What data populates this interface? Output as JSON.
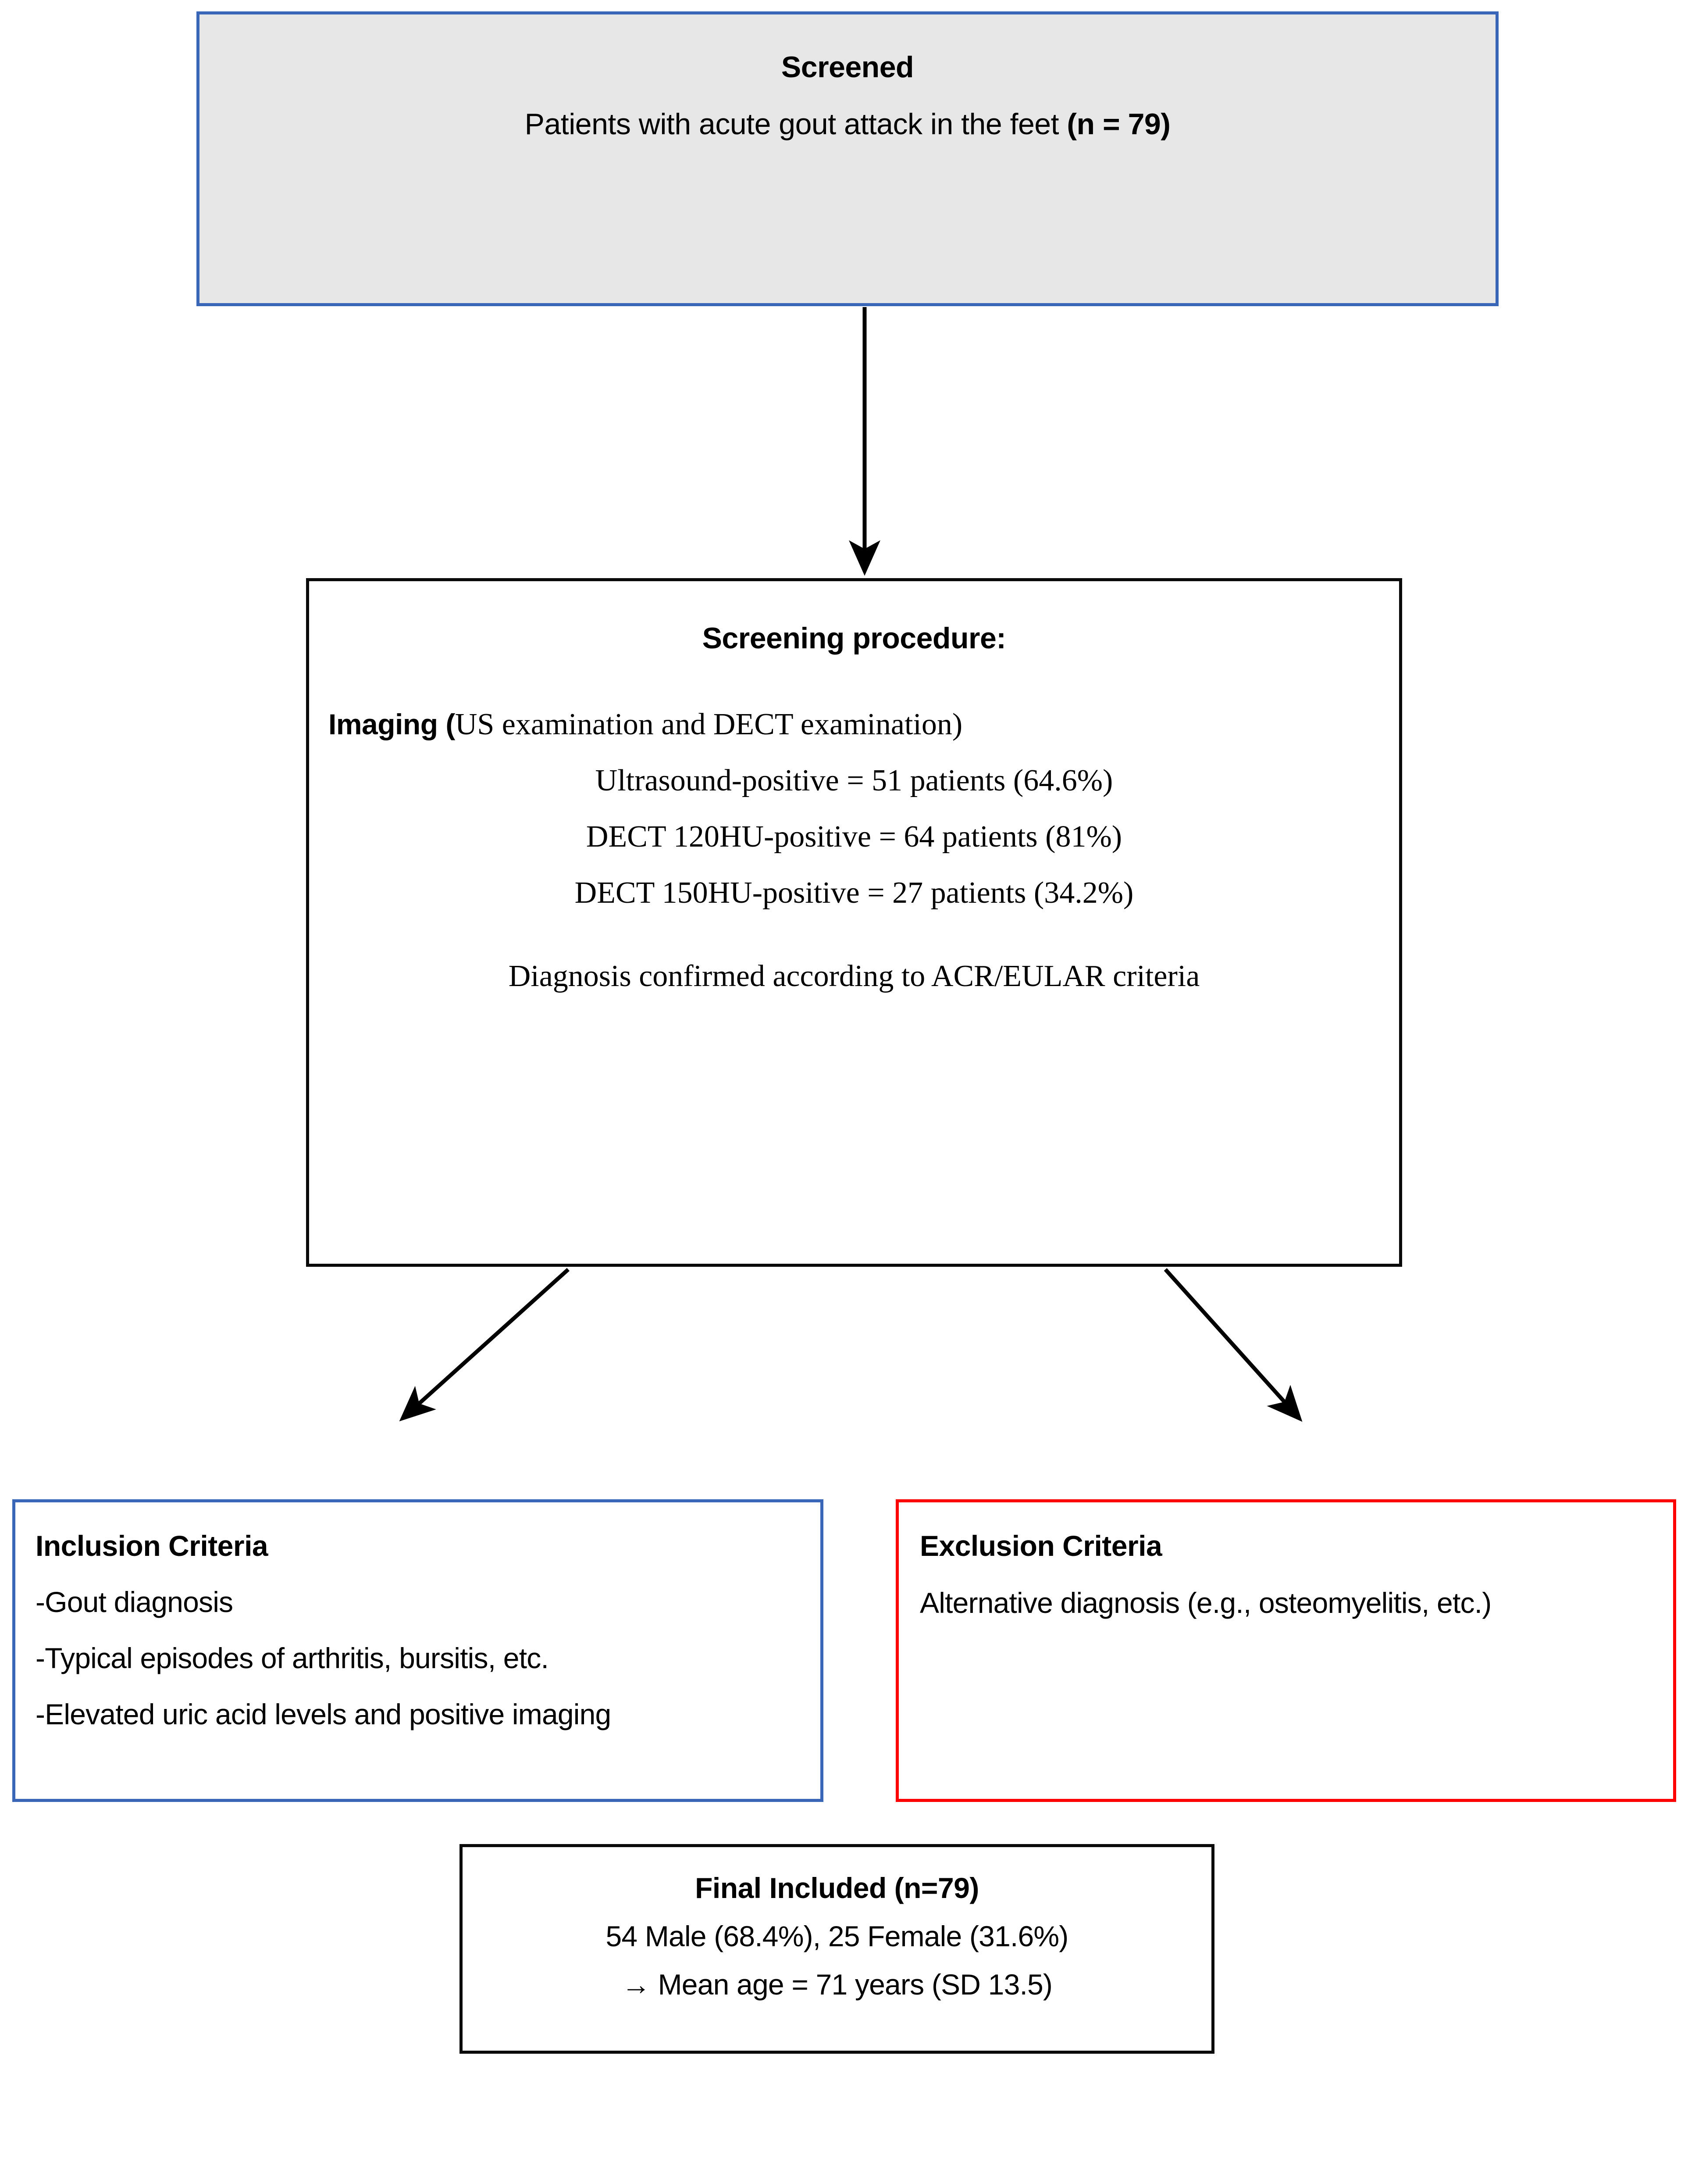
{
  "diagram": {
    "type": "study-flow-diagram",
    "colors": {
      "inclusion_border": "#3a66b8",
      "exclusion_border": "#ff0000",
      "screened_border": "#3a66b8",
      "screened_fill": "#e7e7e7",
      "neutral_border": "#0a0a0a",
      "text": "#000000"
    },
    "screened": {
      "title": "Screened",
      "subtitle_prefix": "Patients with acute gout attack in the feet ",
      "subtitle_count": "(n = 79)"
    },
    "procedure": {
      "title": "Screening procedure:",
      "imaging_label": "Imaging (",
      "imaging_rest": "US examination and DECT examination)",
      "results": [
        "Ultrasound-positive = 51 patients (64.6%)",
        "DECT 120HU-positive = 64 patients (81%)",
        "DECT 150HU-positive = 27 patients (34.2%)"
      ],
      "footer": "Diagnosis confirmed according to ACR/EULAR criteria"
    },
    "inclusion": {
      "title": "Inclusion Criteria",
      "items": [
        "-Gout diagnosis",
        "-Typical episodes of arthritis, bursitis, etc.",
        "-Elevated uric acid levels and positive imaging"
      ]
    },
    "exclusion": {
      "title": "Exclusion Criteria",
      "text": "Alternative diagnosis (e.g., osteomyelitis, etc.)"
    },
    "final": {
      "title": "Final Included (n=79)",
      "sex_line": "54 Male (68.4%), 25 Female (31.6%)",
      "age_line": "→ Mean age = 71 years (SD 13.5)"
    }
  },
  "chart_data": {
    "type": "table",
    "title": "Patient screening and inclusion flow",
    "nodes": [
      {
        "id": "screened",
        "label": "Screened",
        "n": 79,
        "detail": "Patients with acute gout attack in the feet (n = 79)"
      },
      {
        "id": "screening-procedure",
        "label": "Screening procedure:",
        "imaging": "Imaging (US examination and DECT examination)",
        "measures": [
          {
            "name": "Ultrasound-positive",
            "count": 51,
            "percent": 64.6,
            "total": 79
          },
          {
            "name": "DECT 120HU-positive",
            "count": 64,
            "percent": 81,
            "total": 79
          },
          {
            "name": "DECT 150HU-positive",
            "count": 27,
            "percent": 34.2,
            "total": 79
          }
        ],
        "confirmation": "Diagnosis confirmed according to ACR/EULAR criteria"
      },
      {
        "id": "inclusion",
        "label": "Inclusion Criteria",
        "criteria": [
          "Gout diagnosis",
          "Typical episodes of arthritis, bursitis, etc.",
          "Elevated uric acid levels and positive imaging"
        ]
      },
      {
        "id": "exclusion",
        "label": "Exclusion Criteria",
        "criteria": [
          "Alternative diagnosis (e.g., osteomyelitis, etc.)"
        ]
      },
      {
        "id": "final-included",
        "label": "Final Included (n=79)",
        "n": 79,
        "male_count": 54,
        "male_percent": 68.4,
        "female_count": 25,
        "female_percent": 31.6,
        "mean_age_years": 71,
        "age_sd": 13.5
      }
    ],
    "edges": [
      {
        "from": "screened",
        "to": "screening-procedure"
      },
      {
        "from": "screening-procedure",
        "to": "inclusion"
      },
      {
        "from": "screening-procedure",
        "to": "exclusion"
      }
    ]
  }
}
